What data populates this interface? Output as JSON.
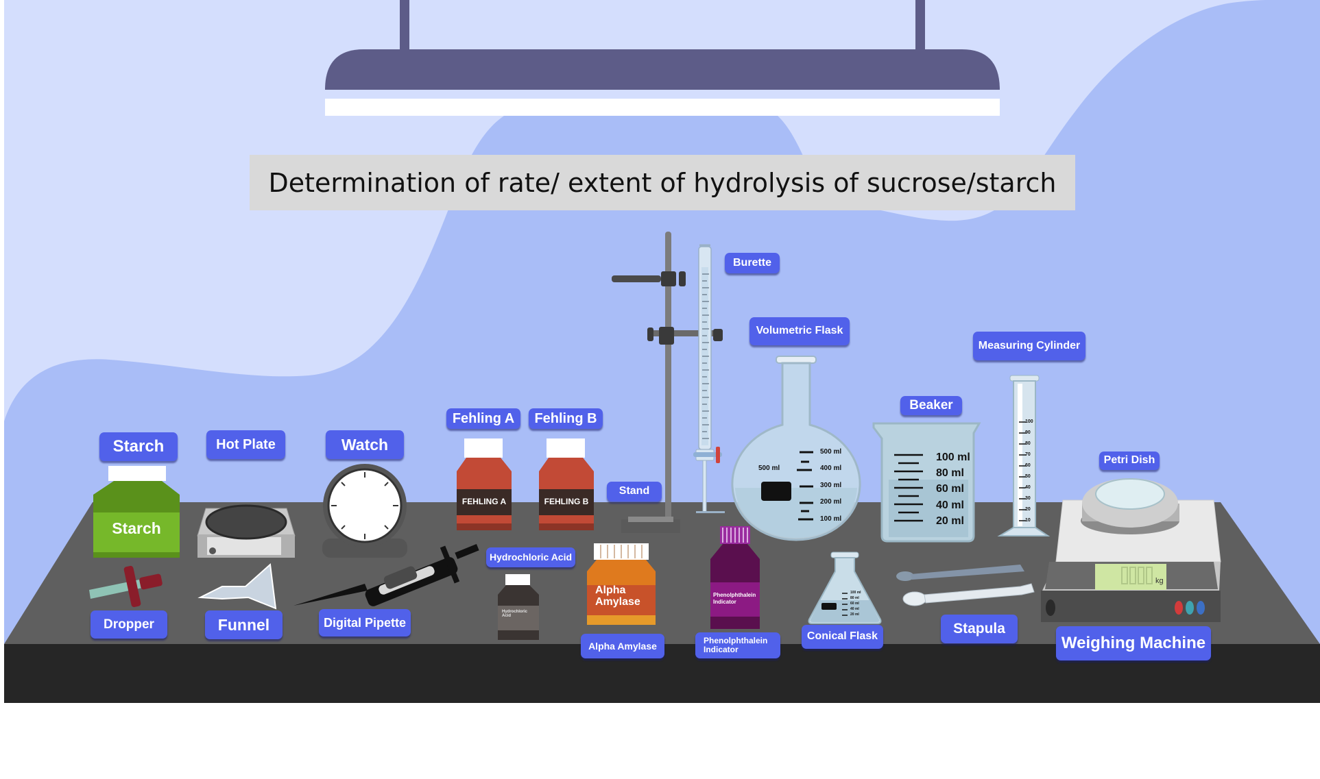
{
  "title": "Determination of rate/ extent of hydrolysis of sucrose/starch",
  "labels": {
    "starch": "Starch",
    "hot_plate": "Hot Plate",
    "watch": "Watch",
    "fehling_a": "Fehling A",
    "fehling_b": "Fehling B",
    "stand": "Stand",
    "burette": "Burette",
    "volumetric_flask": "Volumetric Flask",
    "beaker": "Beaker",
    "measuring_cylinder": "Measuring Cylinder",
    "petri_dish": "Petri Dish",
    "dropper": "Dropper",
    "funnel": "Funnel",
    "digital_pipette": "Digital Pipette",
    "hydrochloric_acid": "Hydrochloric Acid",
    "alpha_amylase": "Alpha Amylase",
    "phenolphthalein_indicator": "Phenolphthalein Indicator",
    "conical_flask": "Conical Flask",
    "stapula": "Stapula",
    "weighing_machine": "Weighing Machine"
  },
  "bottle_text": {
    "starch": "Starch",
    "fehling_a": "FEHLING A",
    "fehling_b": "FEHLING B",
    "alpha_amylase": "Alpha Amylase",
    "phenolphthalein": "Phenolphthalein Indicator",
    "hydrochloric": "Hydrochloric Acid"
  },
  "volumetric_flask_marks": [
    "500 ml",
    "400 ml",
    "300 ml",
    "200 ml",
    "100 ml"
  ],
  "volumetric_flask_side": "500 ml",
  "beaker_marks": [
    "100 ml",
    "80 ml",
    "60 ml",
    "40 ml",
    "20 ml"
  ],
  "cylinder_marks": [
    "100",
    "90",
    "80",
    "70",
    "60",
    "50",
    "40",
    "30",
    "20",
    "10"
  ],
  "conical_marks": [
    "100 ml",
    "80 ml",
    "60 ml",
    "40 ml",
    "20 ml"
  ],
  "scale_unit": "kg",
  "colors": {
    "sky_light": "#d4defd",
    "sky_blob": "#a9bdf7",
    "lamp": "#5d5c88",
    "table_top": "#5f5f5f",
    "table_edge": "#262626",
    "label_bg": "#5161ea",
    "title_bg": "#d9d9d9"
  }
}
